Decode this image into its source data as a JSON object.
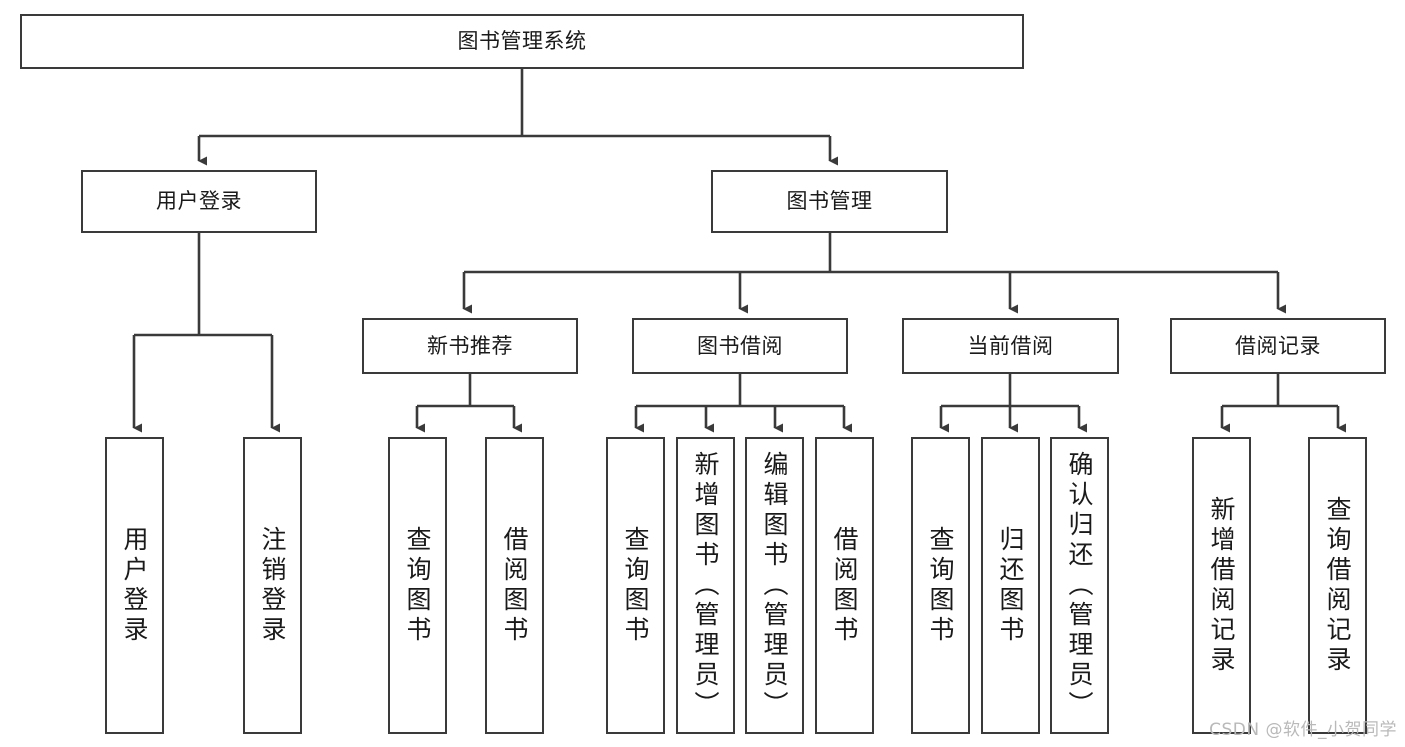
{
  "diagram": {
    "type": "tree-hierarchy",
    "title": "图书管理系统",
    "orientation": "top-down",
    "colors": {
      "box_border": "#3a3a3a",
      "box_fill": "#ffffff",
      "edge": "#3a3a3a",
      "text": "#1a1a1a",
      "watermark": "#b9b9b9",
      "background": "#ffffff"
    },
    "watermark": "CSDN @软件_小贺同学"
  },
  "nodes": {
    "root": {
      "label": "图书管理系统",
      "level": 1
    },
    "level2": [
      {
        "id": "user-login",
        "label": "用户登录"
      },
      {
        "id": "book-manage",
        "label": "图书管理"
      }
    ],
    "level3": [
      {
        "id": "new-book-rec",
        "label": "新书推荐",
        "parent": "book-manage"
      },
      {
        "id": "book-borrow",
        "label": "图书借阅",
        "parent": "book-manage"
      },
      {
        "id": "current-borrow",
        "label": "当前借阅",
        "parent": "book-manage"
      },
      {
        "id": "borrow-record",
        "label": "借阅记录",
        "parent": "book-manage"
      }
    ],
    "leaves": [
      {
        "id": "leaf-user-login",
        "label": "用户登录",
        "parent": "user-login"
      },
      {
        "id": "leaf-logout",
        "label": "注销登录",
        "parent": "user-login"
      },
      {
        "id": "leaf-query-book-1",
        "label": "查询图书",
        "parent": "new-book-rec"
      },
      {
        "id": "leaf-borrow-book-1",
        "label": "借阅图书",
        "parent": "new-book-rec"
      },
      {
        "id": "leaf-query-book-2",
        "label": "查询图书",
        "parent": "book-borrow"
      },
      {
        "id": "leaf-add-book",
        "label": "新增图书（管理员）",
        "parent": "book-borrow"
      },
      {
        "id": "leaf-edit-book",
        "label": "编辑图书（管理员）",
        "parent": "book-borrow"
      },
      {
        "id": "leaf-borrow-book-2",
        "label": "借阅图书",
        "parent": "book-borrow"
      },
      {
        "id": "leaf-query-book-3",
        "label": "查询图书",
        "parent": "current-borrow"
      },
      {
        "id": "leaf-return-book",
        "label": "归还图书",
        "parent": "current-borrow"
      },
      {
        "id": "leaf-confirm-return",
        "label": "确认归还（管理员）",
        "parent": "current-borrow"
      },
      {
        "id": "leaf-add-record",
        "label": "新增借阅记录",
        "parent": "borrow-record"
      },
      {
        "id": "leaf-query-record",
        "label": "查询借阅记录",
        "parent": "borrow-record"
      }
    ]
  }
}
